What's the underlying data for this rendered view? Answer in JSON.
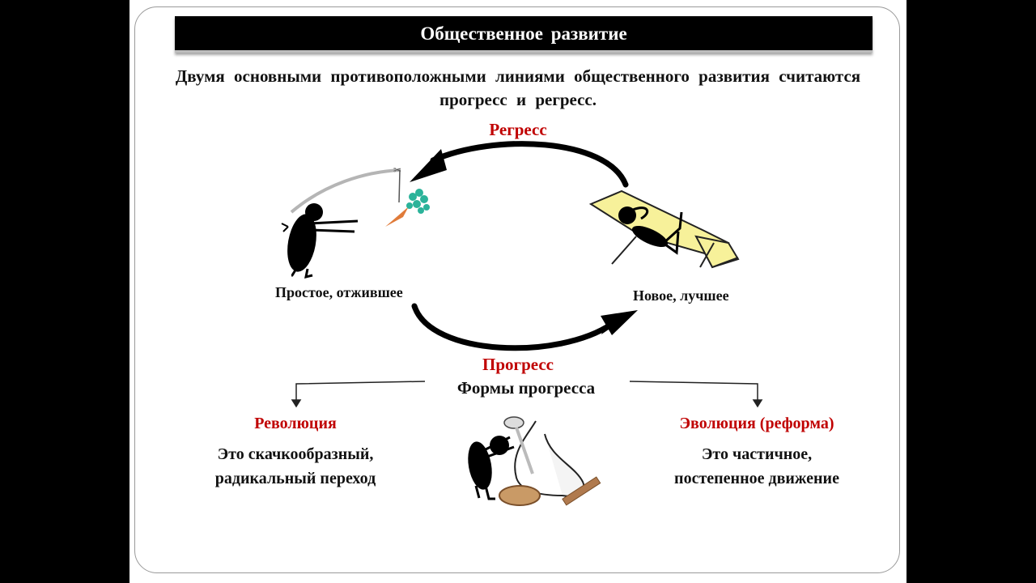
{
  "slide": {
    "title": "Общественное развитие",
    "intro": "Двумя основными противоположными линиями общественного развития считаются прогресс и регресс."
  },
  "cycle": {
    "regress": "Регресс",
    "progress": "Прогресс",
    "old": "Простое, отжившее",
    "new": "Новое, лучшее"
  },
  "forms": {
    "heading": "Формы прогресса",
    "revolution": {
      "title": "Революция",
      "line1": "Это скачкообразный,",
      "line2": "радикальный переход"
    },
    "evolution": {
      "title": "Эволюция (реформа)",
      "line1": "Это частичное,",
      "line2": "постепенное движение"
    }
  },
  "colors": {
    "accent": "#c00000",
    "title_bg": "#000000"
  }
}
